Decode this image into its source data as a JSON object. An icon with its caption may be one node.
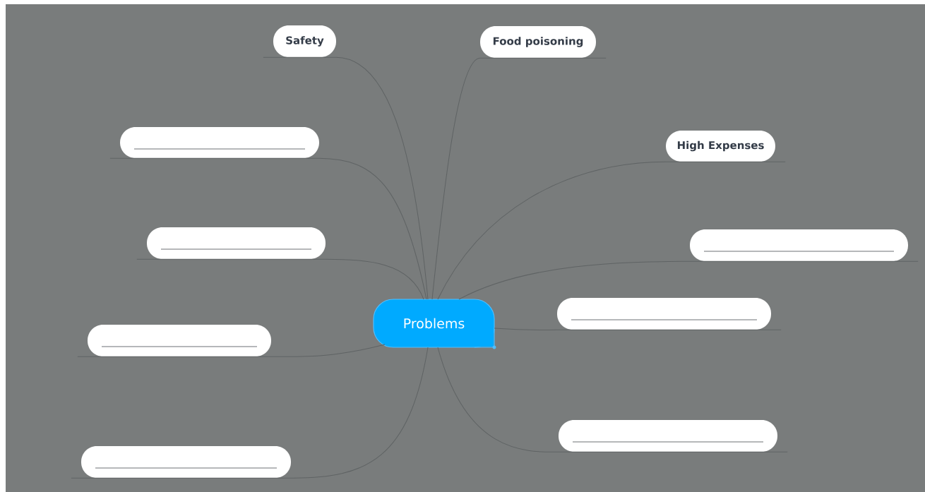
{
  "diagram": {
    "nodes": [
      {
        "text": [
          "Problems"
        ]
      },
      {
        "text": [
          "Safety"
        ]
      },
      {
        "text": [
          "Food poisoning"
        ]
      },
      {
        "text": [],
        "shape": "box"
      },
      {
        "text": [
          "High Expenses"
        ]
      },
      {
        "text": [],
        "shape": "box"
      },
      {
        "text": [],
        "shape": "box"
      },
      {
        "text": [],
        "shape": "box"
      },
      {
        "text": [],
        "shape": "box"
      },
      {
        "text": [],
        "shape": "box"
      },
      {
        "text": [],
        "shape": "box"
      }
    ],
    "edges": [
      {
        "from": 0,
        "to": 1,
        "arrow": "none"
      },
      {
        "from": 0,
        "to": 2,
        "arrow": "none"
      },
      {
        "from": 0,
        "to": 3,
        "arrow": "none"
      },
      {
        "from": 0,
        "to": 4,
        "arrow": "none"
      },
      {
        "from": 0,
        "to": 5,
        "arrow": "none"
      },
      {
        "from": 0,
        "to": 6,
        "arrow": "none"
      },
      {
        "from": 0,
        "to": 7,
        "arrow": "none"
      },
      {
        "from": 0,
        "to": 8,
        "arrow": "none"
      },
      {
        "from": 0,
        "to": 9,
        "arrow": "none"
      },
      {
        "from": 0,
        "to": 10,
        "arrow": "none"
      }
    ]
  }
}
